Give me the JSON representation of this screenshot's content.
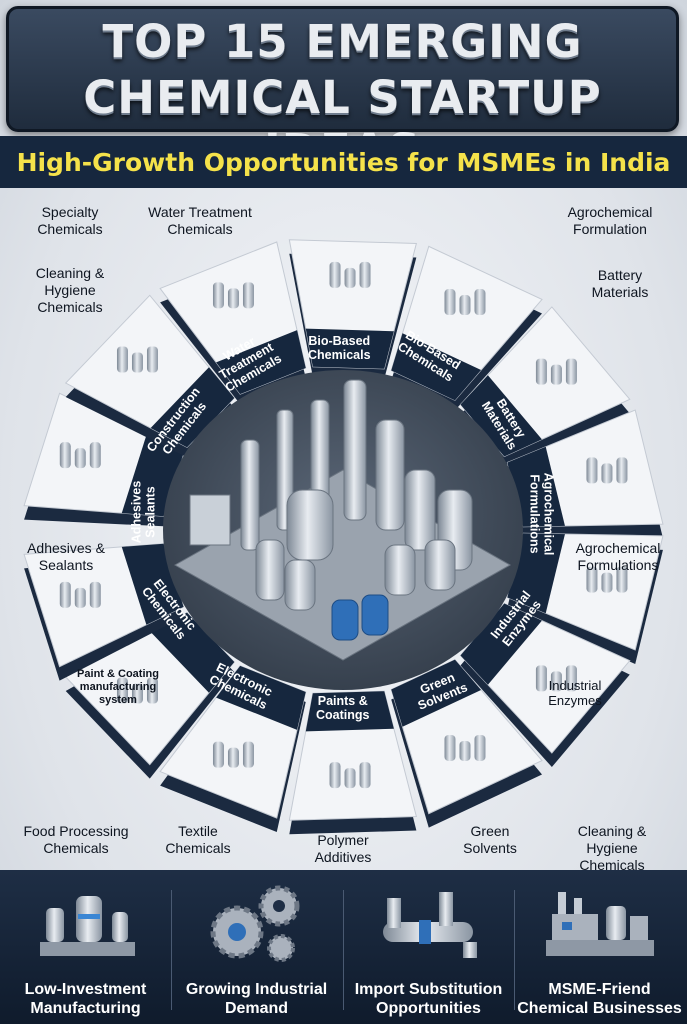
{
  "title": {
    "line1": "TOP 15 EMERGING",
    "line2": "CHEMICAL STARTUP IDEAS"
  },
  "subtitle": "High-Growth Opportunities for MSMEs in India",
  "captions": {
    "specialty": "Specialty\nChemicals",
    "water": "Water Treatment\nChemicals",
    "agro_top": "Agrochemical\nFormulation",
    "cleaning_left": "Cleaning &\nHygiene\nChemicals",
    "battery_top": "Battery\nMaterials",
    "adhesives": "Adhesives &\nSealants",
    "agro_right": "Agrochemical\nFormulations",
    "paint_system": "Paint & Coating\nmanufacturing\nsystem",
    "enzymes": "Industrial\nEnzymes",
    "food": "Food Processing\nChemicals",
    "textile": "Textile\nChemicals",
    "polymer": "Polymer\nAdditives",
    "green": "Green\nSolvents",
    "cleaning_right": "Cleaning & Hygiene\nChemicals"
  },
  "ring_tags": {
    "water": "Water\nTreatment\nChemicals",
    "biobased1": "Bio-Based\nChemicals",
    "biobased2": "Bio-Based\nChemicals",
    "battery": "Battery\nMaterials",
    "agro": "Agrochemical\nFormulations",
    "enzymes": "Industrial\nEnzymes",
    "green": "Green\nSolvents",
    "paints": "Paints &\nCoatings",
    "electronic1": "Electronic\nChemicals",
    "electronic2": "Electronic\nChemicals",
    "adhesives": "Adhesives\nSealants",
    "construction": "Construction\nChemicals"
  },
  "bottom": [
    {
      "label": "Low-Investment\nManufacturing",
      "icon": "factory-tanks-icon"
    },
    {
      "label": "Growing Industrial\nDemand",
      "icon": "gears-icon"
    },
    {
      "label": "Import Substitution\nOpportunities",
      "icon": "pipeline-icon"
    },
    {
      "label": "MSME-Frie​nd\nChemical Businesses",
      "icon": "chemical-plant-icon"
    }
  ],
  "colors": {
    "navy": "#16273e",
    "yellow": "#f5e24a",
    "tile": "#f3f5f8",
    "steel": "#b7bec8"
  }
}
